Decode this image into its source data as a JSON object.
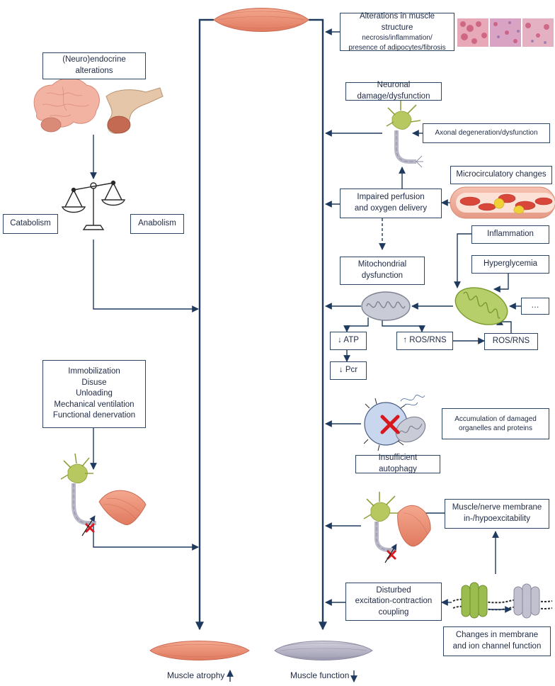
{
  "colors": {
    "line": "#1e3a5f",
    "muscle_healthy": "#ec8f73",
    "muscle_dysfunction": "#b9b7c8",
    "mitochondrion_healthy": "#c9ccd6",
    "mitochondrion_damaged": "#b6cf6b",
    "neuron": "#b6c85f",
    "blood_vessel": "#f2b7a5",
    "red_cell": "#d9473b",
    "red_cross": "#d7191f",
    "ion_channel_active": "#9bbd4f",
    "ion_channel_inactive": "#b9b9c6"
  },
  "left": {
    "neuroendocrine": [
      "(Neuro)endocrine",
      "alterations"
    ],
    "catabolism": "Catabolism",
    "anabolism": "Anabolism",
    "disuse_factors": [
      "Immobilization",
      "Disuse",
      "Unloading",
      "Mechanical ventilation",
      "Functional denervation"
    ]
  },
  "right": {
    "muscle_structure": {
      "title": "Alterations in muscle structure",
      "detail": [
        "necrosis/inflammation/",
        "presence of adipocytes/fibrosis"
      ]
    },
    "neuronal_damage": "Neuronal damage/dysfunction",
    "axonal": "Axonal degeneration/dysfunction",
    "microcirculatory": "Microcirculatory changes",
    "perfusion": [
      "Impaired perfusion",
      "and oxygen delivery"
    ],
    "mitochondrial": [
      "Mitochondrial",
      "dysfunction"
    ],
    "inflammation": "Inflammation",
    "hyperglycemia": "Hyperglycemia",
    "ellipsis": "…",
    "atp": "↓ ATP",
    "ros_up": "↑ ROS/RNS",
    "ros": "ROS/RNS",
    "pcr": "↓ Pcr",
    "accumulation": [
      "Accumulation of damaged",
      "organelles and proteins"
    ],
    "autophagy": "Insufficient autophagy",
    "excitability": [
      "Muscle/nerve membrane",
      "in-/hypoexcitability"
    ],
    "ecc": [
      "Disturbed",
      "excitation-contraction",
      "coupling"
    ],
    "membrane": [
      "Changes in membrane",
      "and ion channel function"
    ]
  },
  "bottom": {
    "atrophy": "Muscle atrophy",
    "function": "Muscle function"
  }
}
